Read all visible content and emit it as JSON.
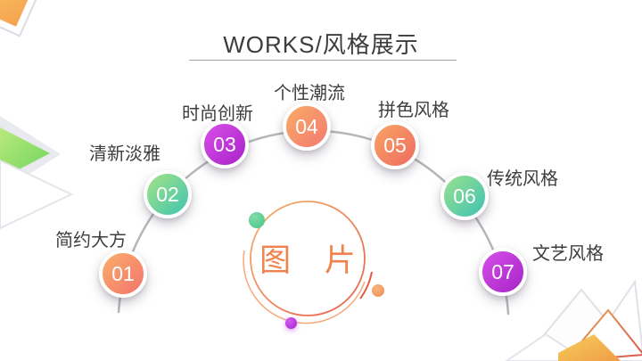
{
  "slide": {
    "title": "WORKS/风格展示",
    "center": {
      "label": "图 片"
    },
    "nodes": [
      {
        "number": "01",
        "label": "简约大方",
        "gradient": [
          "#f9ae6b",
          "#f3746c"
        ]
      },
      {
        "number": "02",
        "label": "清新淡雅",
        "gradient": [
          "#a4e387",
          "#40c4af"
        ]
      },
      {
        "number": "03",
        "label": "时尚创新",
        "gradient": [
          "#d84fe8",
          "#a922c8"
        ]
      },
      {
        "number": "04",
        "label": "个性潮流",
        "gradient": [
          "#f9ab68",
          "#f37a70"
        ]
      },
      {
        "number": "05",
        "label": "拼色风格",
        "gradient": [
          "#f9a365",
          "#ee6c60"
        ]
      },
      {
        "number": "06",
        "label": "传统风格",
        "gradient": [
          "#9ae18e",
          "#3fc2b2"
        ]
      },
      {
        "number": "07",
        "label": "文艺风格",
        "gradient": [
          "#d64fe8",
          "#a625c7"
        ]
      }
    ],
    "colors": {
      "arc_line": "#b6b6b6",
      "title_text": "#3c3c3c",
      "label_text": "#3e3e3e",
      "center_text": "#f0824d",
      "ring_start": "#f6b26f",
      "ring_end": "#e85f4b",
      "dot_green": "#57cb92",
      "dot_orange": "#f59a5f",
      "dot_purple": "#b92fe0",
      "corner_yellow_start": "#fbd36e",
      "corner_yellow_end": "#f5a24e",
      "corner_green_start": "#b9ea7c",
      "corner_green_end": "#6ed35d"
    }
  }
}
